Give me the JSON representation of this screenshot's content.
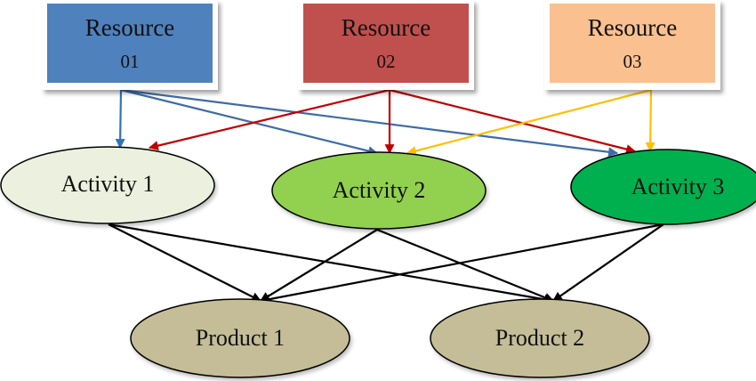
{
  "resources": [
    {
      "id": "r1",
      "title": "Resource",
      "number": "01",
      "color": "#4F81BD"
    },
    {
      "id": "r2",
      "title": "Resource",
      "number": "02",
      "color": "#C0504D"
    },
    {
      "id": "r3",
      "title": "Resource",
      "number": "03",
      "color": "#FAC090"
    }
  ],
  "activities": [
    {
      "id": "a1",
      "label": "Activity 1",
      "color": "#EBF1DE"
    },
    {
      "id": "a2",
      "label": "Activity 2",
      "color": "#92D050"
    },
    {
      "id": "a3",
      "label": "Activity 3",
      "color": "#00B050"
    }
  ],
  "products": [
    {
      "id": "p1",
      "label": "Product 1",
      "color": "#C4BD97"
    },
    {
      "id": "p2",
      "label": "Product 2",
      "color": "#C4BD97"
    }
  ],
  "edges": [
    {
      "from": "r1",
      "to": "a1",
      "color": "#2E75B6"
    },
    {
      "from": "r1",
      "to": "a2",
      "color": "#3D6CA8"
    },
    {
      "from": "r1",
      "to": "a3",
      "color": "#3D6CA8"
    },
    {
      "from": "r2",
      "to": "a1",
      "color": "#C00000"
    },
    {
      "from": "r2",
      "to": "a2",
      "color": "#C00000"
    },
    {
      "from": "r2",
      "to": "a3",
      "color": "#C00000"
    },
    {
      "from": "r3",
      "to": "a2",
      "color": "#FFC000"
    },
    {
      "from": "r3",
      "to": "a3",
      "color": "#FFC000"
    },
    {
      "from": "a1",
      "to": "p1",
      "color": "#000000"
    },
    {
      "from": "a1",
      "to": "p2",
      "color": "#000000"
    },
    {
      "from": "a2",
      "to": "p1",
      "color": "#000000"
    },
    {
      "from": "a2",
      "to": "p2",
      "color": "#000000"
    },
    {
      "from": "a3",
      "to": "p1",
      "color": "#000000"
    },
    {
      "from": "a3",
      "to": "p2",
      "color": "#000000"
    }
  ]
}
